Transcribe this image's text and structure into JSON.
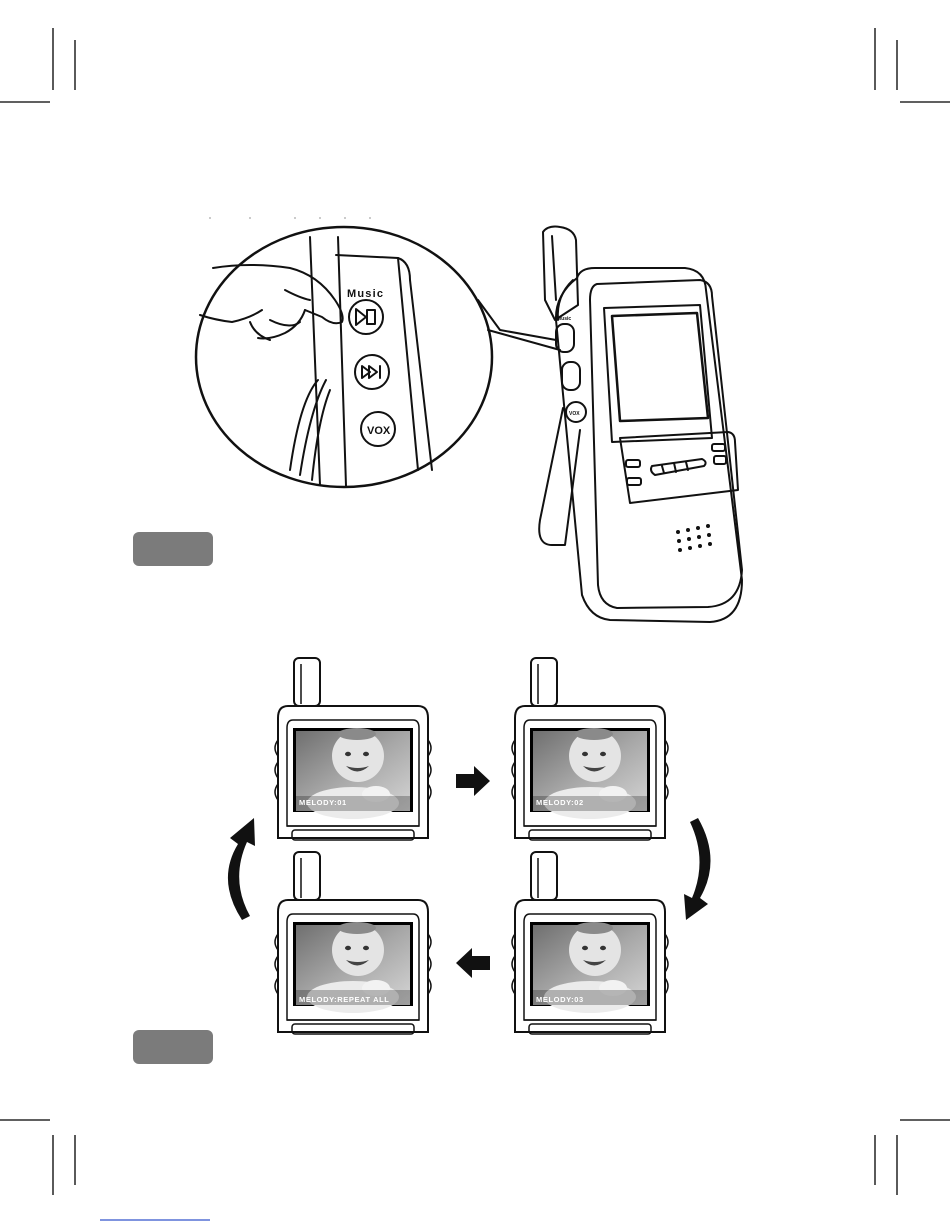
{
  "device": {
    "music_label": "Music",
    "vox_label": "VOX",
    "side_buttons": [
      "play-stop",
      "skip-forward",
      "vox"
    ]
  },
  "sequence": {
    "screens": [
      {
        "text": "MELODY:01"
      },
      {
        "text": "MELODY:02"
      },
      {
        "text": "MELODY:03"
      },
      {
        "text": "MELODY:REPEAT ALL"
      }
    ]
  },
  "colors": {
    "badge": "#7b7b7b",
    "line": "#111111"
  }
}
